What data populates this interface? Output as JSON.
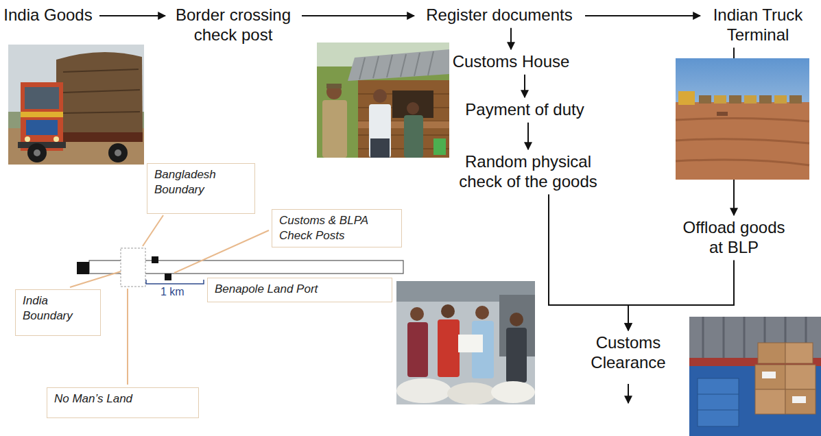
{
  "diagram": {
    "nodes": [
      {
        "text": [
          "India Goods"
        ]
      },
      {
        "text": [
          "Border crossing check post"
        ]
      },
      {
        "text": [
          "Register documents"
        ]
      },
      {
        "text": [
          "Indian Truck Terminal"
        ]
      },
      {
        "text": [
          "Customs House"
        ]
      },
      {
        "text": [
          "Payment of duty"
        ]
      },
      {
        "text": [
          "Bangladesh Boundary"
        ]
      },
      {
        "text": [
          "Customs & BLPA Check Posts"
        ]
      },
      {
        "text": [
          "Random physical check of the goods"
        ]
      },
      {
        "text": [
          "Offload goods at BLP"
        ]
      },
      {
        "text": [
          "India Boundary"
        ]
      },
      {
        "text": [
          "Benapole Land Port"
        ]
      },
      {
        "text": [
          "Customs Clearance"
        ]
      },
      {
        "text": [
          "No Man’s Land"
        ]
      }
    ],
    "edges": [
      {
        "from": 0,
        "to": 1,
        "arrow": "to"
      },
      {
        "from": 1,
        "to": 2,
        "arrow": "to"
      },
      {
        "from": 2,
        "to": 3,
        "arrow": "to"
      },
      {
        "from": 2,
        "to": 4,
        "arrow": "to"
      },
      {
        "from": 4,
        "to": 5,
        "arrow": "to"
      },
      {
        "from": 5,
        "to": 8,
        "arrow": "to"
      },
      {
        "from": 3,
        "to": 9,
        "arrow": "to"
      },
      {
        "from": 8,
        "to": 12,
        "arrow": "to"
      },
      {
        "from": 9,
        "to": 12,
        "arrow": "to"
      }
    ],
    "labels": [
      "1 km"
    ]
  }
}
